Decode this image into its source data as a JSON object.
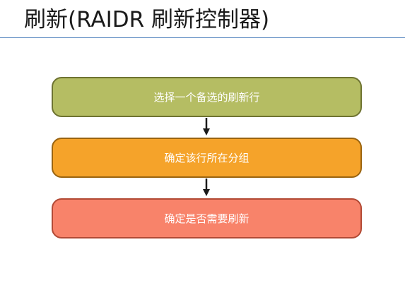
{
  "slide": {
    "title": "刷新(RAIDR 刷新控制器)"
  },
  "flowchart": {
    "steps": [
      {
        "label": "选择一个备选的刷新行",
        "fill": "#b5bd63",
        "border": "#6e7331"
      },
      {
        "label": "确定该行所在分组",
        "fill": "#f5a32a",
        "border": "#9a6410"
      },
      {
        "label": "确定是否需要刷新",
        "fill": "#f8836a",
        "border": "#b24a35"
      }
    ],
    "arrow_color": "#1a1a1a"
  },
  "colors": {
    "title_rule": "#4f81bd",
    "title_text": "#1a1a1a",
    "step_text": "#ffffff"
  }
}
